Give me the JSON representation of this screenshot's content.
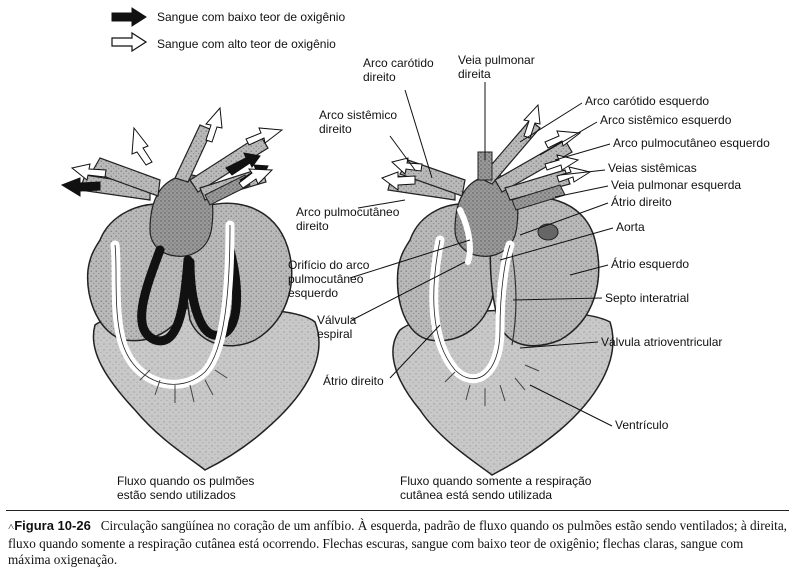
{
  "legend": {
    "dark_label": "Sangue com baixo teor de oxigênio",
    "light_label": "Sangue com alto teor de oxigênio"
  },
  "panels": {
    "left_caption_line1": "Fluxo quando os pulmões",
    "left_caption_line2": "estão sendo utilizados",
    "right_caption_line1": "Fluxo quando somente a respiração",
    "right_caption_line2": "cutânea está sendo utilizada"
  },
  "labels": {
    "arco_carotido_direito": [
      "Arco carótido",
      "direito"
    ],
    "veia_pulmonar_direita": [
      "Veia pulmonar",
      "direita"
    ],
    "arco_sistemico_direito": [
      "Arco sistêmico",
      "direito"
    ],
    "arco_pulmocutaneo_direito": [
      "Arco pulmocutâneo",
      "direito"
    ],
    "orificio": [
      "Orifício do arco",
      "pulmocutâneo",
      "esquerdo"
    ],
    "valvula_espiral": [
      "Válvula",
      "espiral"
    ],
    "atrio_direito_left": "Átrio direito",
    "arco_carotido_esquerdo": "Arco carótido esquerdo",
    "arco_sistemico_esquerdo": "Arco sistêmico esquerdo",
    "arco_pulmocutaneo_esquerdo": "Arco pulmocutâneo esquerdo",
    "veias_sistemicas": "Veias sistêmicas",
    "veia_pulmonar_esquerda": "Veia pulmonar esquerda",
    "atrio_direito_right": "Átrio direito",
    "aorta": "Aorta",
    "atrio_esquerdo": "Átrio esquerdo",
    "septo_interatrial": "Septo interatrial",
    "valvula_atrioventricular": "Válvula atrioventricular",
    "ventriculo": "Ventrículo"
  },
  "caption": {
    "figure_number": "Figura 10-26",
    "text": "Circulação sangüínea no coração de um anfíbio. À esquerda, padrão de fluxo quando os pulmões estão sendo ventilados; à direita, fluxo quando somente a respiração cutânea está ocorrendo. Flechas escuras, sangue com baixo teor de oxigênio; flechas claras, sangue com máxima oxigenação."
  },
  "colors": {
    "tissue_gray": "#b9b9b9",
    "ventricle_gray": "#c6c6c6",
    "dark_blood": "#111111",
    "light_blood": "#ffffff"
  }
}
